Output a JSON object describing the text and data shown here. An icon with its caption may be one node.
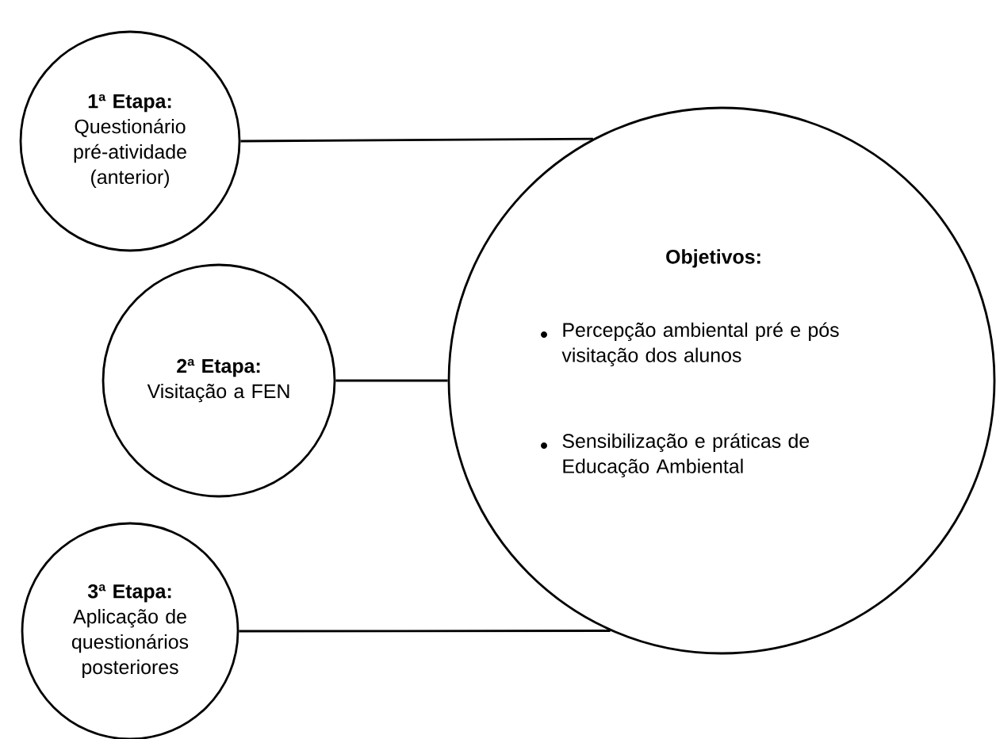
{
  "diagram": {
    "nodes": [
      {
        "text": [
          "1ª Etapa:",
          "Questionário pré-atividade (anterior)"
        ]
      },
      {
        "text": [
          "2ª Etapa:",
          "Visitação a FEN"
        ]
      },
      {
        "text": [
          "3ª Etapa:",
          "Aplicação de questionários posteriores"
        ]
      },
      {
        "text": [
          "Objetivos:",
          "Percepção ambiental pré e pós visitação dos alunos",
          "Sensibilização e práticas de Educação Ambiental"
        ]
      }
    ],
    "edges": [
      {
        "from": 0,
        "to": 3,
        "arrow": "none"
      },
      {
        "from": 1,
        "to": 3,
        "arrow": "none"
      },
      {
        "from": 2,
        "to": 3,
        "arrow": "none"
      }
    ]
  }
}
